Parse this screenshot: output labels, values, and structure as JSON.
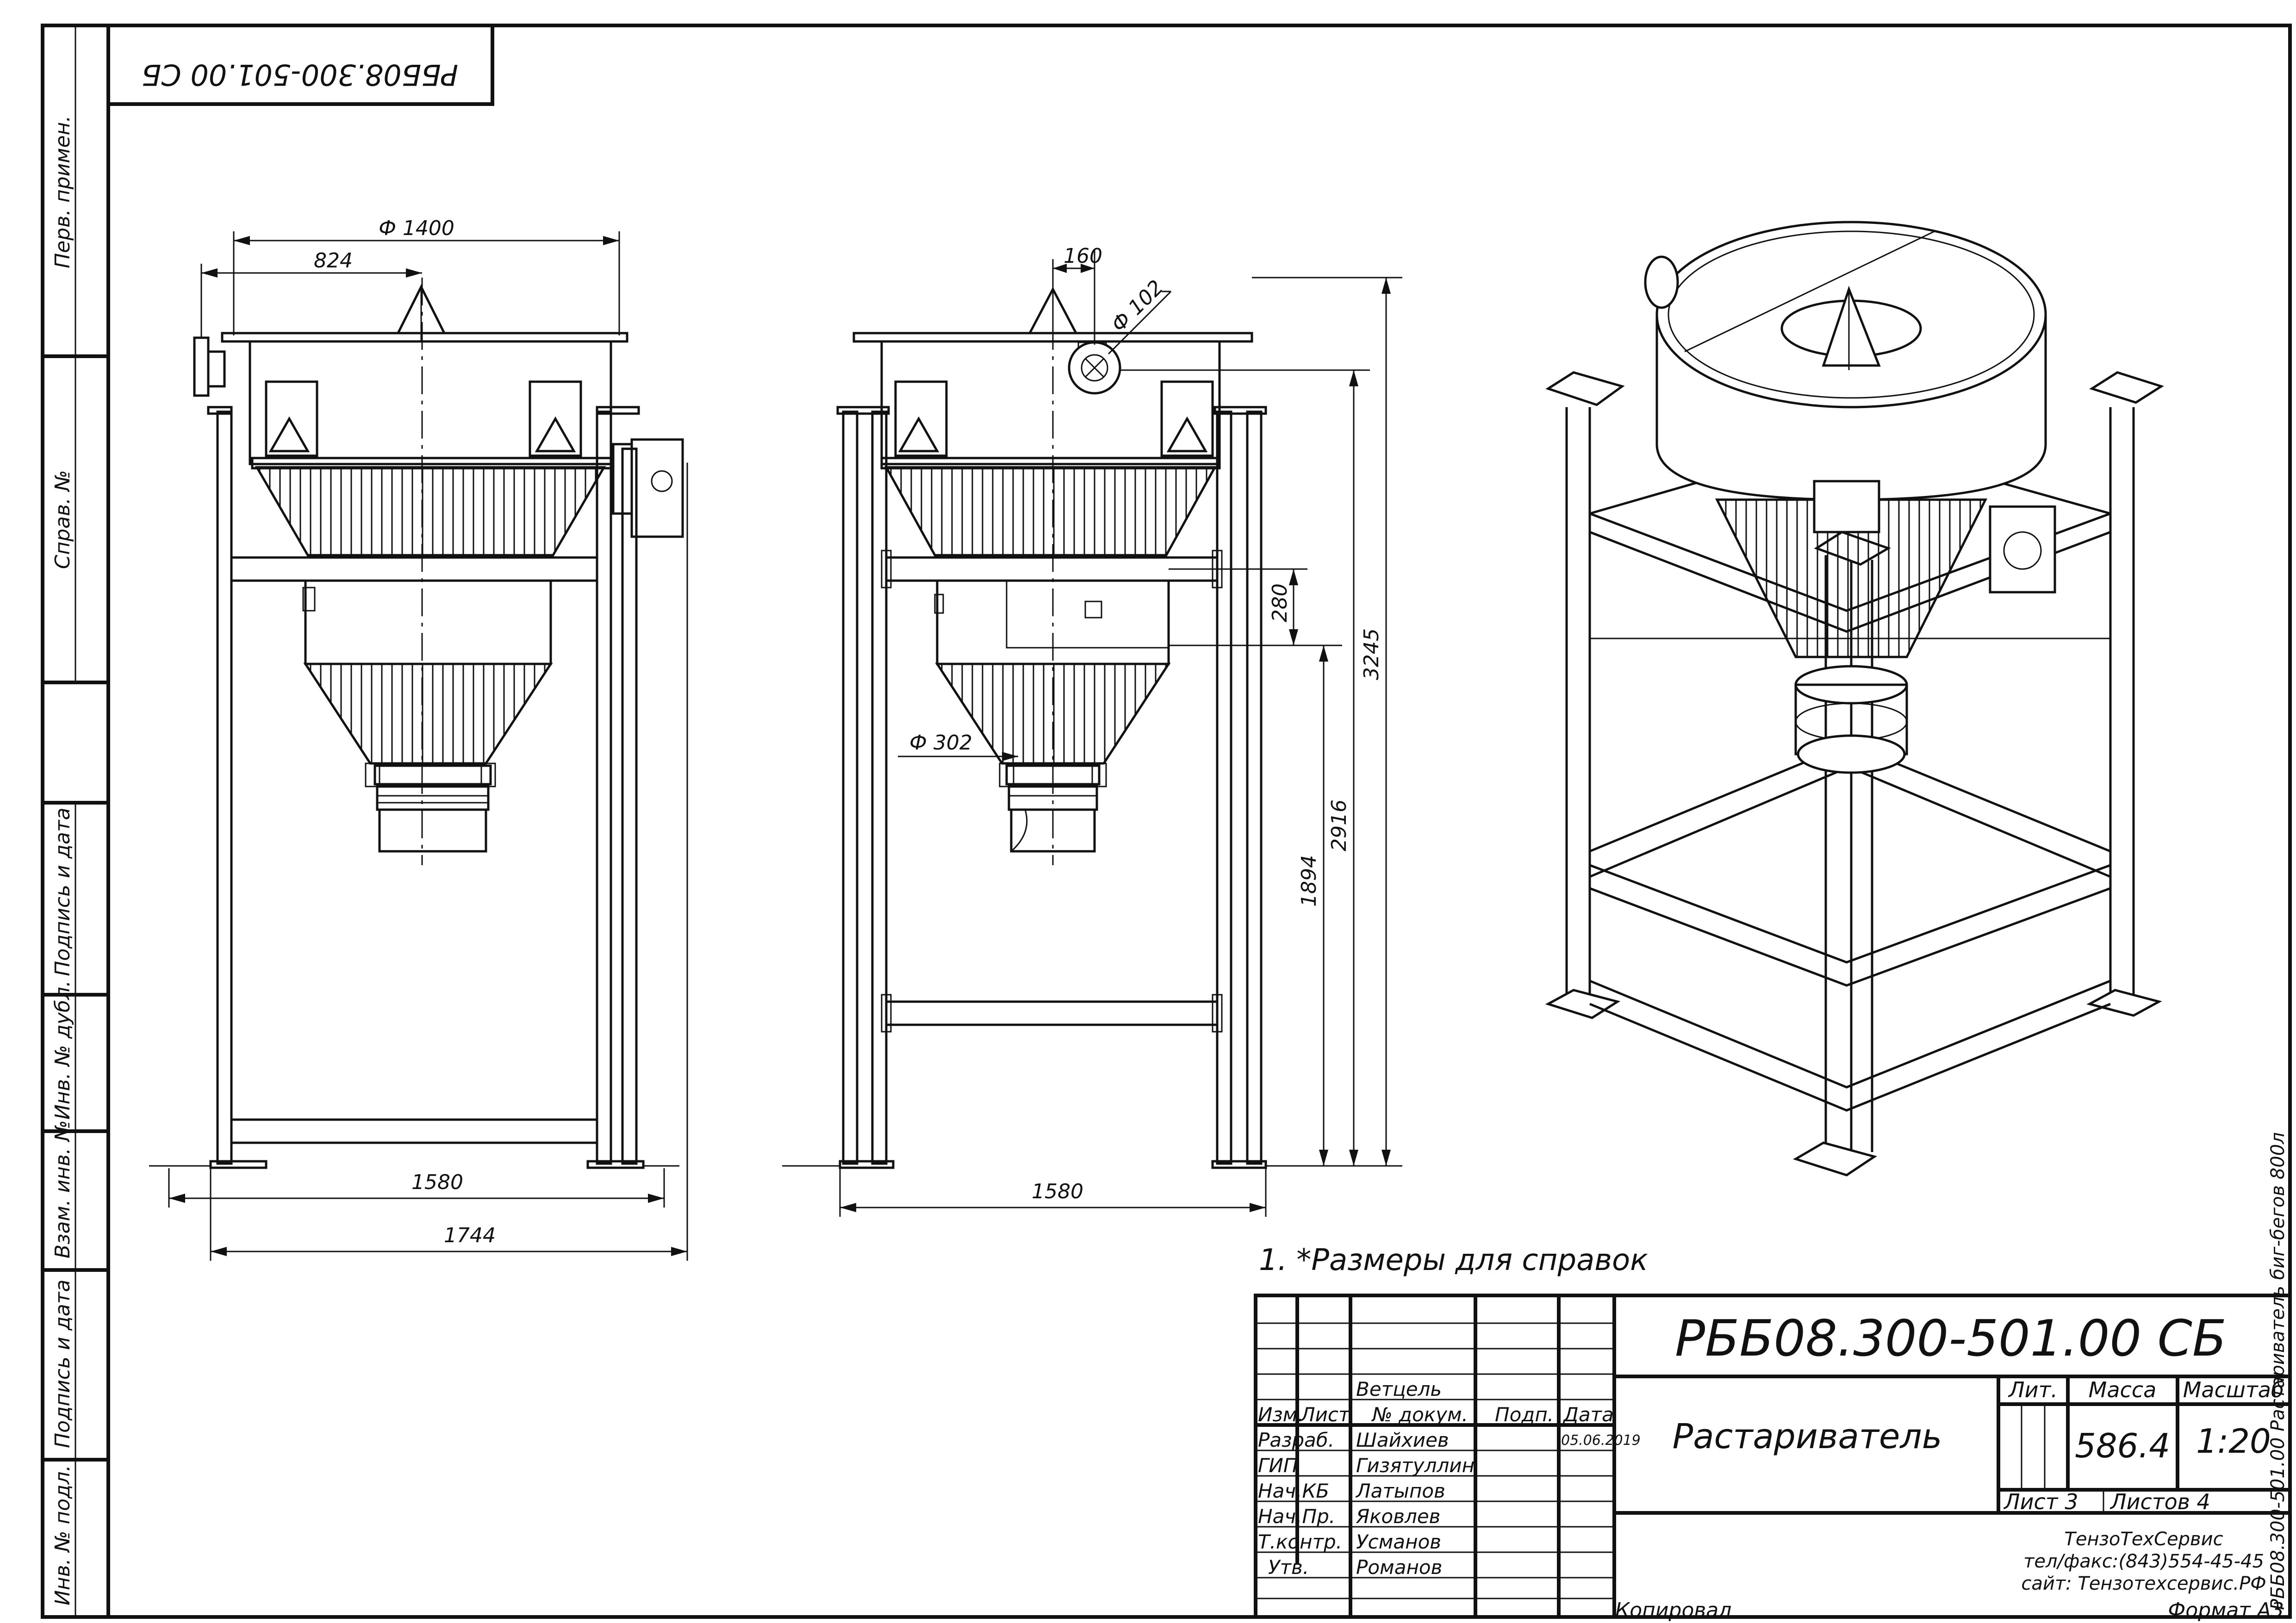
{
  "stamp_code_rotated": "РББ08.300-501.00 СБ",
  "side_margin": {
    "perv_primen": "Перв. примен.",
    "sprav_no": "Справ. №",
    "podpis_data_1": "Подпись и дата",
    "inv_dubl": "Инв. № дубл.",
    "vzam_inv": "Взам. инв. №",
    "podpis_data_2": "Подпись и дата",
    "inv_podl": "Инв. № подл."
  },
  "dimensions": {
    "diam_1400": "Ф 1400",
    "d_824": "824",
    "d_1580_a": "1580",
    "d_1744": "1744",
    "d_160": "160",
    "diam_102": "Ф 102",
    "diam_302": "Ф 302",
    "d_280": "280",
    "d_3245": "3245",
    "d_2916": "2916",
    "d_1894": "1894",
    "d_1580_b": "1580"
  },
  "note": "1.  *Размеры для справок",
  "title_block": {
    "designation": "РББ08.300-501.00 СБ",
    "name": "Растариватель",
    "lit_header": "Лит.",
    "mass_header": "Масса",
    "scale_header": "Масштаб",
    "mass": "586.4",
    "scale": "1:20",
    "sheet": "Лист 3",
    "sheets": "Листов 4",
    "company": "ТензоТехСервис",
    "phone": "тел/факс:(843)554-45-45",
    "site": "сайт: Тензотехсервис.РФ",
    "copied": "Копировал",
    "format": "Формат А3",
    "side_label": "РББ08.300-501.00 Растариватель биг-бегов 800л",
    "roles": {
      "izm": "Изм.",
      "list": "Лист",
      "n_dokum": "№ докум.",
      "podp": "Подп.",
      "data": "Дата",
      "razrab": "Разраб.",
      "gip": "ГИП",
      "nach_kb": "Нач.КБ",
      "nach_pr": "Нач.Пр.",
      "t_kontr": "Т.контр.",
      "utv": "Утв."
    },
    "people": {
      "vetcel": "Ветцель",
      "razrab": "Шайхиев",
      "gip": "Гизятуллин",
      "nach_kb": "Латыпов",
      "nach_pr": "Яковлев",
      "t_kontr": "Усманов",
      "utv": "Романов"
    },
    "date": "05.06.2019"
  }
}
